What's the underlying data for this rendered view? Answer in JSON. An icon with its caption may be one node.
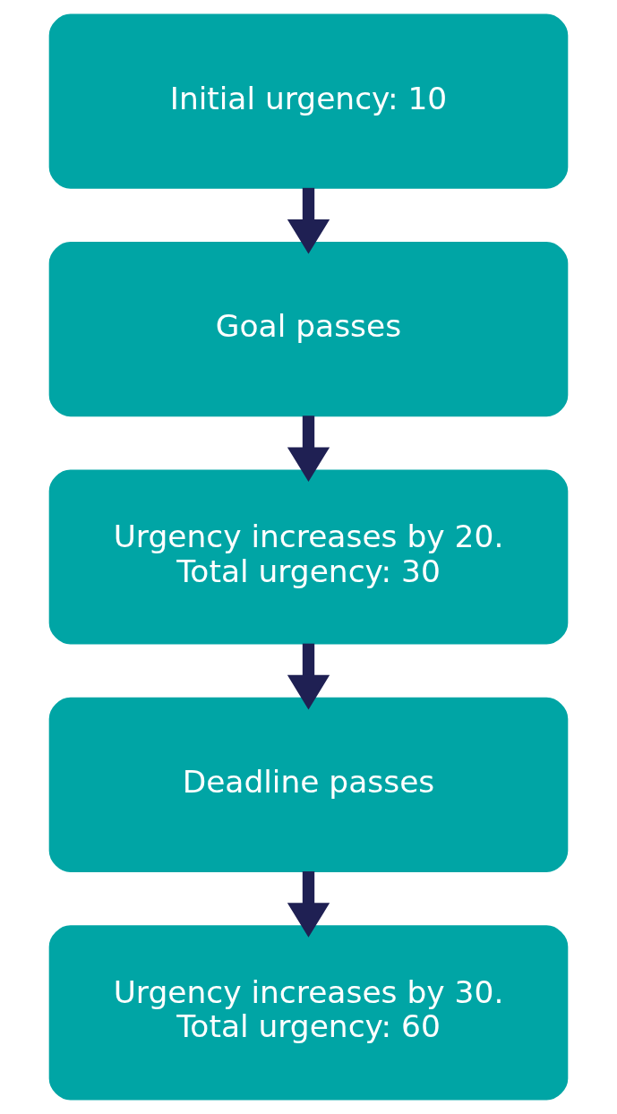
{
  "diagram": {
    "nodes": [
      {
        "text": [
          "Initial urgency: 10"
        ]
      },
      {
        "text": [
          "Goal passes"
        ]
      },
      {
        "text": [
          "Urgency increases by 20.",
          "Total urgency: 30"
        ]
      },
      {
        "text": [
          "Deadline passes"
        ]
      },
      {
        "text": [
          "Urgency increases by 30.",
          "Total urgency: 60"
        ]
      }
    ],
    "edges": [
      {
        "from": 0,
        "to": 1,
        "arrow": "to"
      },
      {
        "from": 1,
        "to": 2,
        "arrow": "to"
      },
      {
        "from": 2,
        "to": 3,
        "arrow": "to"
      },
      {
        "from": 3,
        "to": 4,
        "arrow": "to"
      }
    ]
  }
}
